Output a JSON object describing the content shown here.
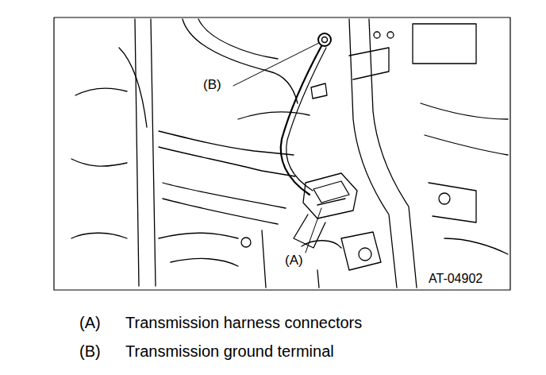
{
  "diagram": {
    "labels": [
      "(B)",
      "(A)",
      "AT-04902",
      "(A)",
      "Transmission harness connectors",
      "(B)",
      "Transmission ground terminal"
    ]
  }
}
